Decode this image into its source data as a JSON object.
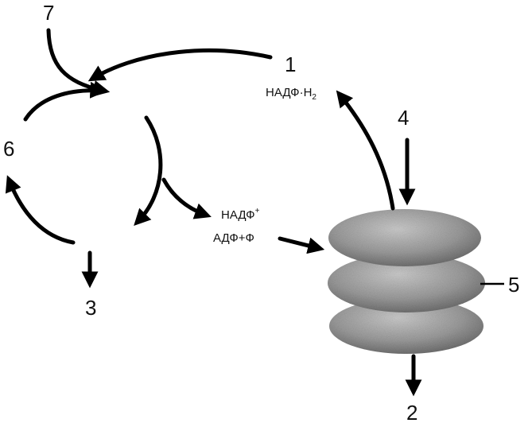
{
  "labels": {
    "n1": "1",
    "n2": "2",
    "n3": "3",
    "n4": "4",
    "n5": "5",
    "n6": "6",
    "n7": "7"
  },
  "chem": {
    "nadph_main": "НАДФ·Н",
    "nadph_sub": "2",
    "nadp_main": "НАДФ",
    "nadp_sup": "+",
    "adp_p": "АДФ+Ф"
  },
  "colors": {
    "ink": "#000000",
    "disk_light": "#bdbdbd",
    "disk_dark": "#6e6e6e"
  }
}
